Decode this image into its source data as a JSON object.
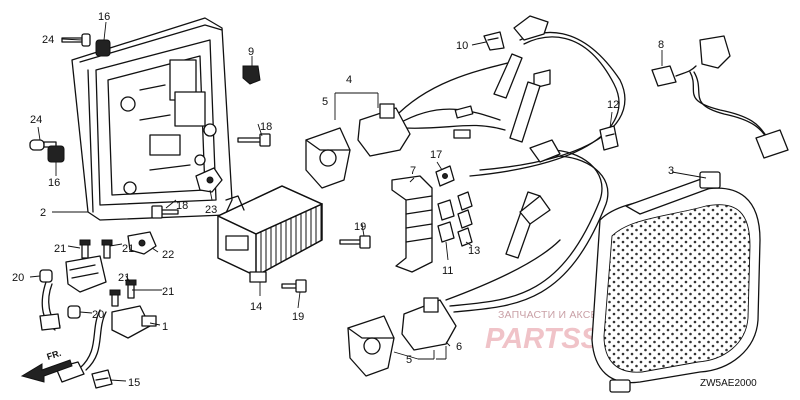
{
  "watermark": {
    "caption": "ЗАПЧАСТИ И АКСЕССУАРЫ ДЛЯ МОТОТЕХНИКИ",
    "brand": "PARTSSPOT.RU"
  },
  "diagram_code": "ZW5AE2000",
  "direction_label": "FR.",
  "callouts": {
    "c24a": "24",
    "c16a": "16",
    "c9": "9",
    "c4": "4",
    "c5a": "5",
    "c10": "10",
    "c8": "8",
    "c12": "12",
    "c18a": "18",
    "c24b": "24",
    "c16b": "16",
    "c17": "17",
    "c7": "7",
    "c3": "3",
    "c2": "2",
    "c23": "23",
    "c18b": "18",
    "c19a": "19",
    "c21a": "21",
    "c21b": "21",
    "c22": "22",
    "c13": "13",
    "c11": "11",
    "c20a": "20",
    "c21c": "21",
    "c21d": "21",
    "c14": "14",
    "c20b": "20",
    "c19b": "19",
    "c1": "1",
    "c6": "6",
    "c5b": "5",
    "c15": "15"
  }
}
